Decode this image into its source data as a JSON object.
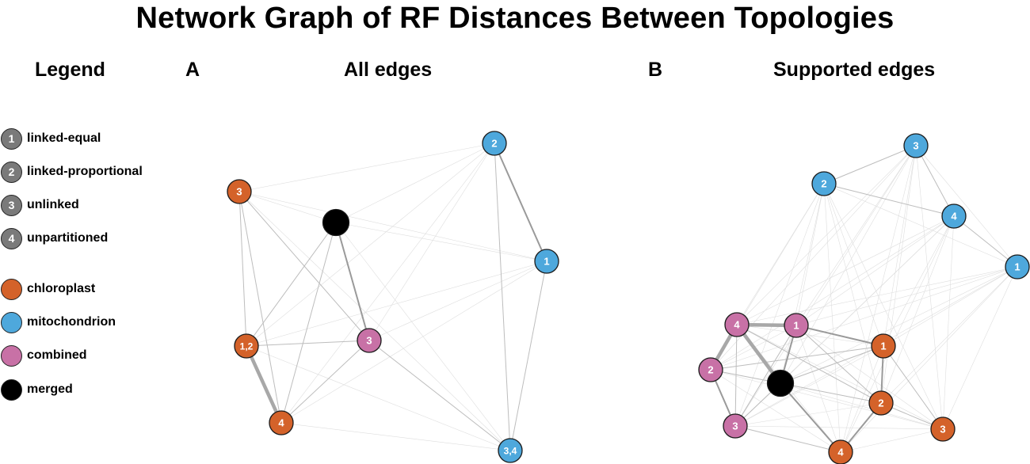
{
  "title": "Network Graph of RF Distances Between Topologies",
  "legend": {
    "heading": "Legend",
    "items": [
      {
        "symbol": "1",
        "label": "linked-equal",
        "color": "#7a7a7a"
      },
      {
        "symbol": "2",
        "label": "linked-proportional",
        "color": "#7a7a7a"
      },
      {
        "symbol": "3",
        "label": "unlinked",
        "color": "#7a7a7a"
      },
      {
        "symbol": "4",
        "label": "unpartitioned",
        "color": "#7a7a7a"
      },
      {
        "symbol": "",
        "label": "chloroplast",
        "color": "#d4622a"
      },
      {
        "symbol": "",
        "label": "mitochondrion",
        "color": "#4ea8dc"
      },
      {
        "symbol": "",
        "label": "combined",
        "color": "#c871a6"
      },
      {
        "symbol": "",
        "label": "merged",
        "color": "#000000"
      }
    ]
  },
  "panels": [
    {
      "letter": "A",
      "heading": "All edges",
      "nodes": [
        {
          "id": "c3",
          "label": "3",
          "group": "chloroplast"
        },
        {
          "id": "m2",
          "label": "2",
          "group": "mitochondrion"
        },
        {
          "id": "mg",
          "label": "",
          "group": "merged"
        },
        {
          "id": "m1",
          "label": "1",
          "group": "mitochondrion"
        },
        {
          "id": "c12",
          "label": "1,2",
          "group": "chloroplast"
        },
        {
          "id": "b3",
          "label": "3",
          "group": "combined"
        },
        {
          "id": "c4",
          "label": "4",
          "group": "chloroplast"
        },
        {
          "id": "m34",
          "label": "3,4",
          "group": "mitochondrion"
        }
      ]
    },
    {
      "letter": "B",
      "heading": "Supported edges",
      "nodes": [
        {
          "id": "m3",
          "label": "3",
          "group": "mitochondrion"
        },
        {
          "id": "m2",
          "label": "2",
          "group": "mitochondrion"
        },
        {
          "id": "m4",
          "label": "4",
          "group": "mitochondrion"
        },
        {
          "id": "m1",
          "label": "1",
          "group": "mitochondrion"
        },
        {
          "id": "b4",
          "label": "4",
          "group": "combined"
        },
        {
          "id": "b1",
          "label": "1",
          "group": "combined"
        },
        {
          "id": "c1",
          "label": "1",
          "group": "chloroplast"
        },
        {
          "id": "b2",
          "label": "2",
          "group": "combined"
        },
        {
          "id": "mg",
          "label": "",
          "group": "merged"
        },
        {
          "id": "c2",
          "label": "2",
          "group": "chloroplast"
        },
        {
          "id": "b3",
          "label": "3",
          "group": "combined"
        },
        {
          "id": "c3",
          "label": "3",
          "group": "chloroplast"
        },
        {
          "id": "c4",
          "label": "4",
          "group": "chloroplast"
        }
      ]
    }
  ],
  "colors": {
    "chloroplast": "#d4622a",
    "mitochondrion": "#4ea8dc",
    "combined": "#c871a6",
    "merged": "#000000"
  }
}
